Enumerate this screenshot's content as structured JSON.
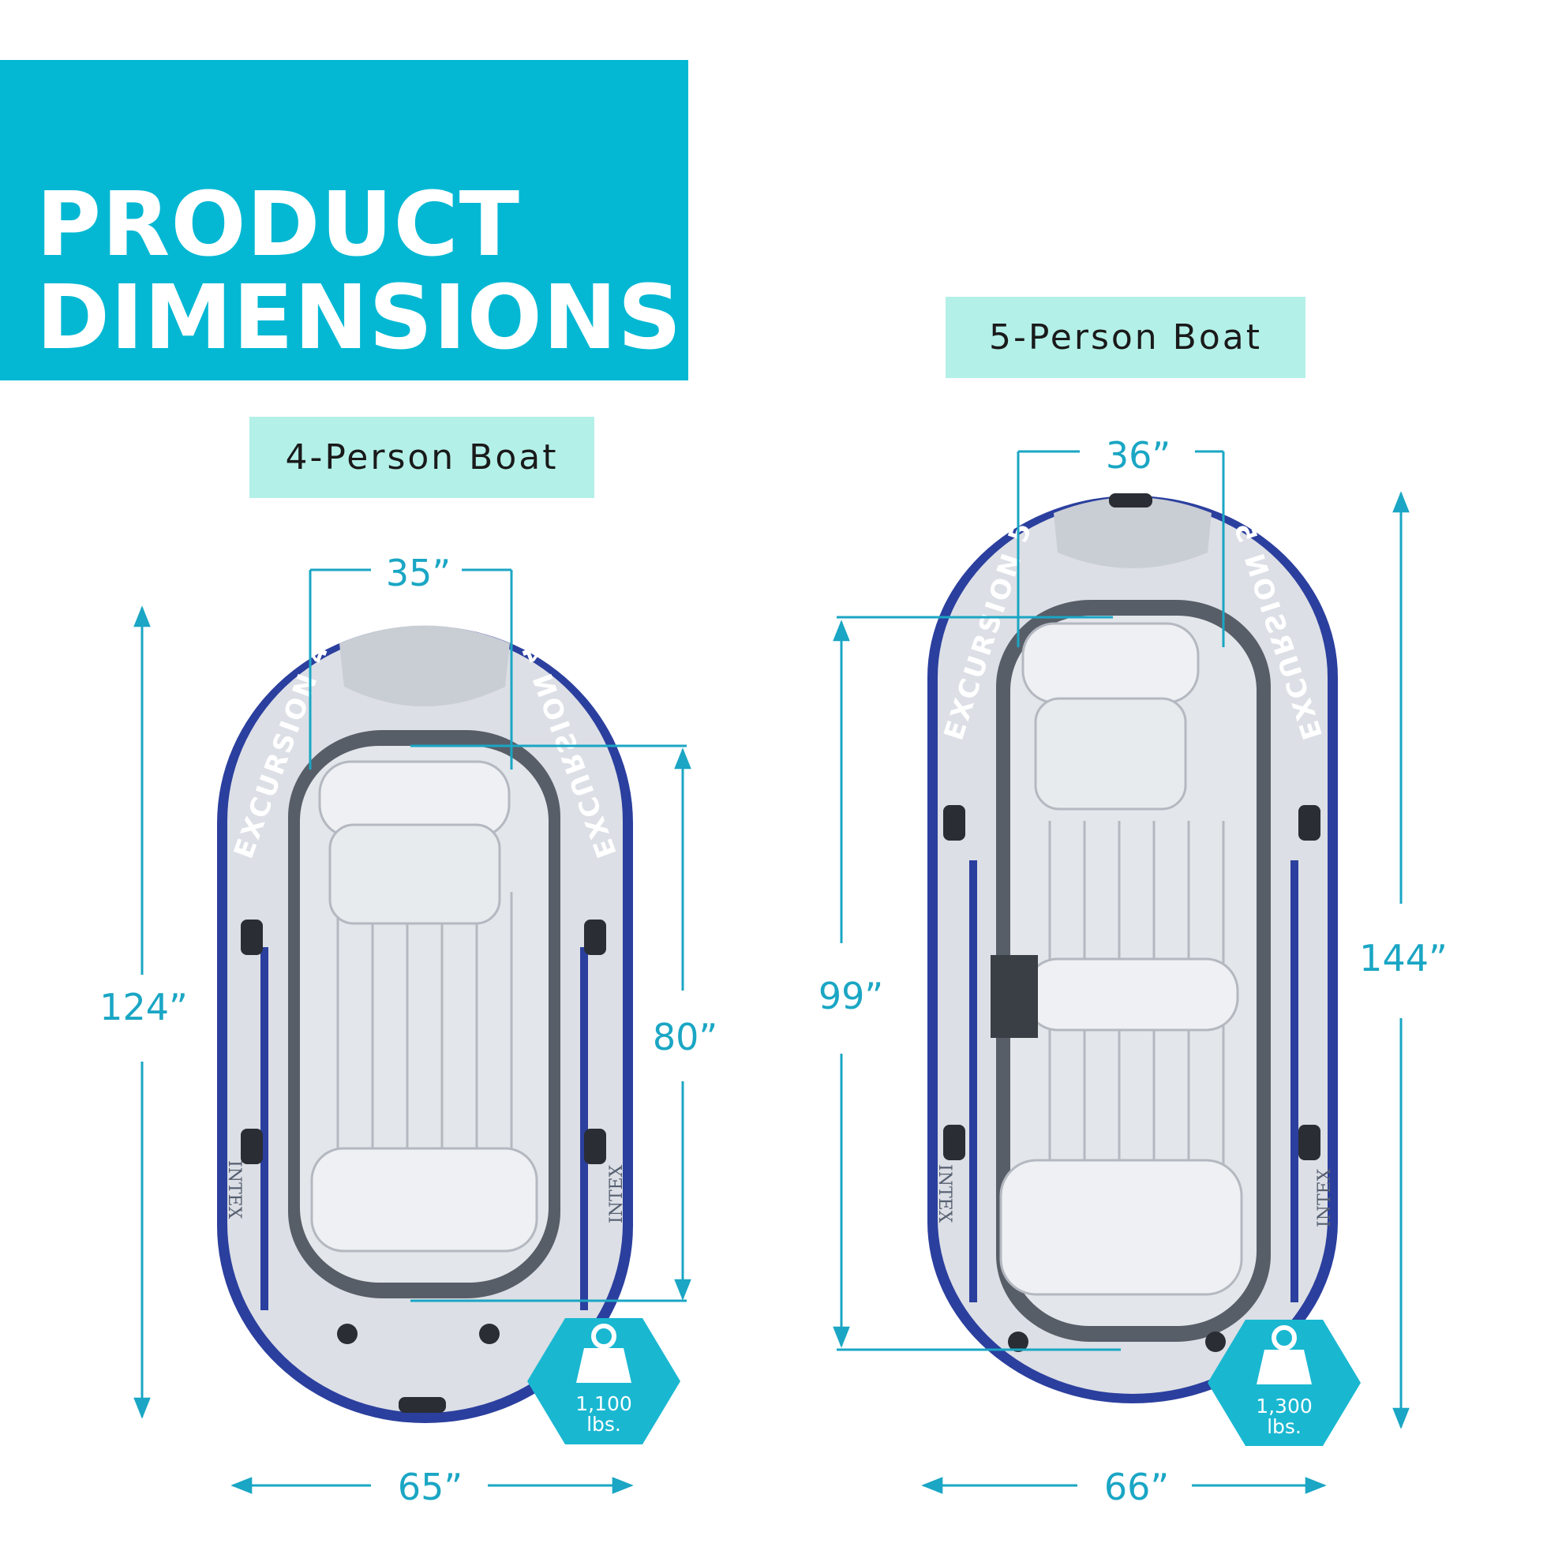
{
  "banner": {
    "title": "PRODUCT\nDIMENSIONS"
  },
  "boats": [
    {
      "label": "4-Person Boat",
      "model": "EXCURSION 4",
      "brand": "INTEX",
      "seat_width": "35”",
      "interior_length": "80”",
      "overall_length": "124”",
      "overall_width": "65”",
      "capacity": {
        "value": "1,100",
        "unit": "lbs."
      }
    },
    {
      "label": "5-Person Boat",
      "model": "EXCURSION 5",
      "brand": "INTEX",
      "seat_width": "36”",
      "interior_length": "99”",
      "overall_length": "144”",
      "overall_width": "66”",
      "capacity": {
        "value": "1,300",
        "unit": "lbs."
      }
    }
  ],
  "colors": {
    "banner": "#04b8d3",
    "tag": "#b3f0e8",
    "dimension": "#1aa6c4",
    "boat_body": "#d9dde3",
    "boat_stripe": "#2b3f9e"
  }
}
